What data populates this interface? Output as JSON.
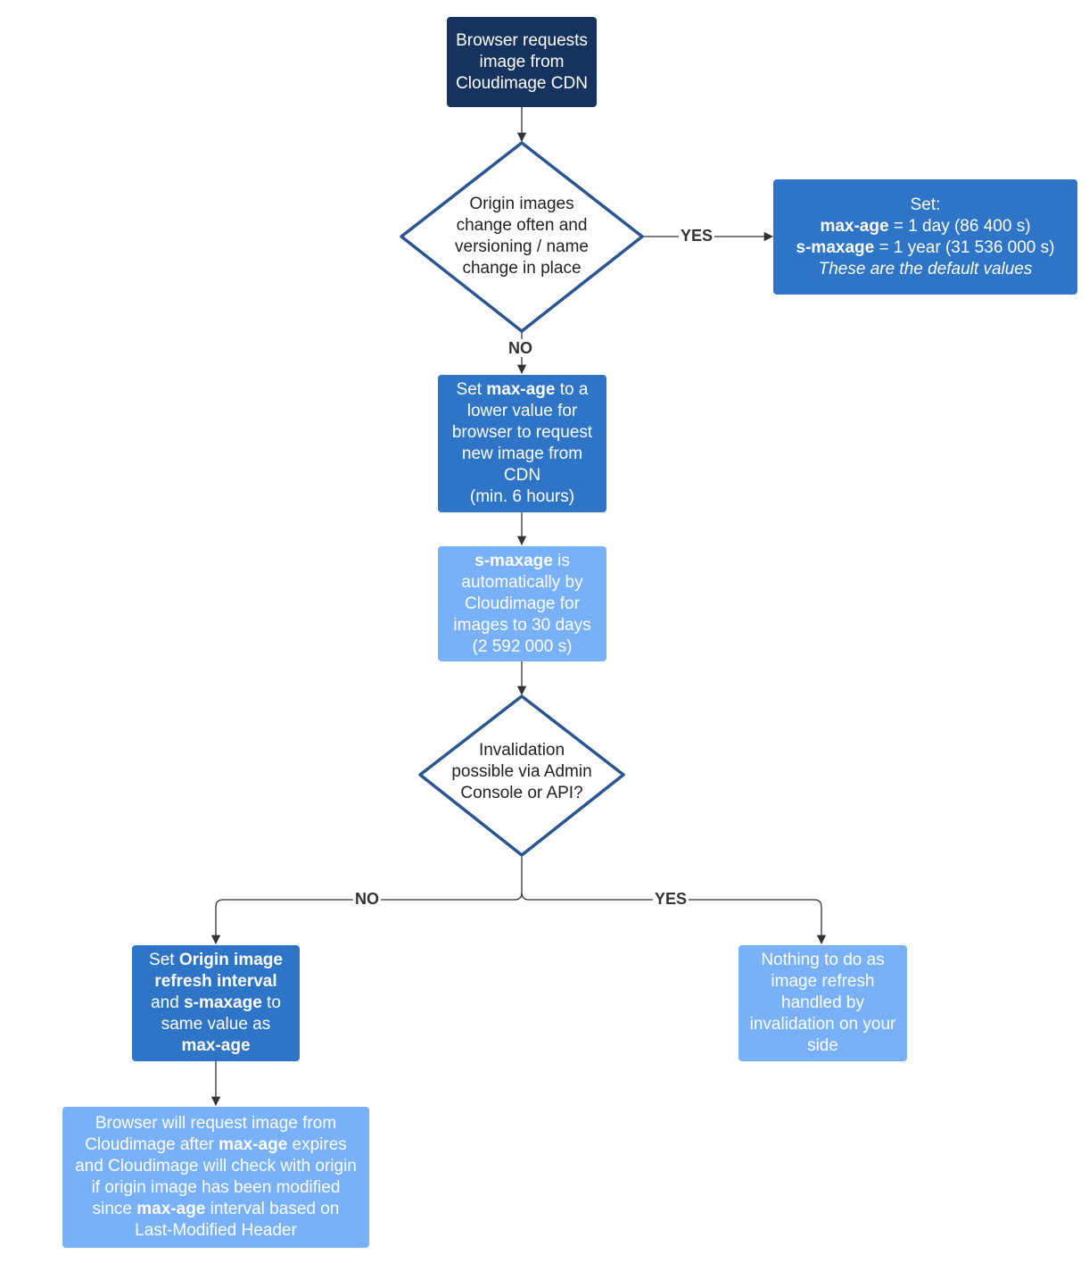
{
  "colors": {
    "dark": "#16335f",
    "mid": "#2e75c7",
    "light": "#78b1f7",
    "diamond_border": "#2a5592",
    "edge": "#333333"
  },
  "nodes": {
    "start": {
      "lines": [
        "Browser requests",
        "image from",
        "Cloudimage CDN"
      ]
    },
    "decision1": {
      "lines": [
        "Origin images",
        "change often and",
        "versioning / name",
        "change in place"
      ]
    },
    "defaults": {
      "line1": "Set:",
      "line2_bold": "max-age",
      "line2_rest": " = 1 day (86 400 s)",
      "line3_bold": "s-maxage",
      "line3_rest": " = 1 year (31 536 000 s)",
      "line4_italic": "These are the default values"
    },
    "set_max_age": {
      "pre": "Set ",
      "bold": "max-age",
      "post": " to a",
      "lines": [
        "lower value for",
        "browser to request",
        "new image from",
        "CDN",
        "(min. 6 hours)"
      ]
    },
    "s_maxage_auto": {
      "bold": "s-maxage",
      "post": " is",
      "lines": [
        "automatically by",
        "Cloudimage for",
        "images to 30 days",
        "(2 592 000 s)"
      ]
    },
    "decision2": {
      "lines": [
        "Invalidation",
        "possible via Admin",
        "Console or API?"
      ]
    },
    "set_origin": {
      "l1_pre": "Set ",
      "l1_bold": "Origin image",
      "l2_bold": "refresh interval",
      "l3_pre": "and ",
      "l3_bold": "s-maxage",
      "l3_post": " to",
      "l4": "same value as",
      "l5_bold": "max-age"
    },
    "nothing": {
      "lines": [
        "Nothing to do as",
        "image refresh",
        "handled by",
        "invalidation on your",
        "side"
      ]
    },
    "final": {
      "l1": "Browser will request image from",
      "l2_pre": "Cloudimage after ",
      "l2_bold": "max-age",
      "l2_post": " expires",
      "l3": "and Cloudimage will check with origin",
      "l4": "if origin image has been modified",
      "l5_pre": "since ",
      "l5_bold": "max-age",
      "l5_post": " interval based on",
      "l6": "Last-Modified Header"
    }
  },
  "edge_labels": {
    "d1_yes": "YES",
    "d1_no": "NO",
    "d2_no": "NO",
    "d2_yes": "YES"
  }
}
